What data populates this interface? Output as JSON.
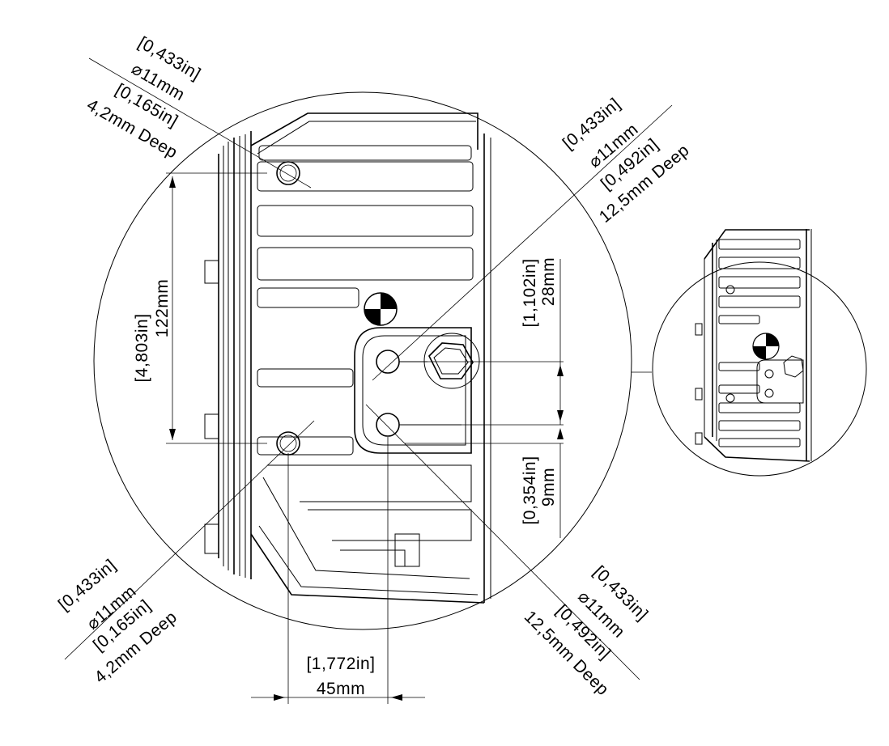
{
  "callouts": {
    "top_left": {
      "line1": "[0,433in]",
      "line2": "⌀11mm",
      "line3": "[0,165in]",
      "line4": "4,2mm Deep"
    },
    "top_right": {
      "line1": "[0,433in]",
      "line2": "⌀11mm",
      "line3": "[0,492in]",
      "line4": "12,5mm Deep"
    },
    "bottom_left": {
      "line1": "[0,433in]",
      "line2": "⌀11mm",
      "line3": "[0,165in]",
      "line4": "4,2mm Deep"
    },
    "bottom_right": {
      "line1": "[0,433in]",
      "line2": "⌀11mm",
      "line3": "[0,492in]",
      "line4": "12,5mm Deep"
    }
  },
  "dimensions": {
    "vertical_left": {
      "inch": "[4,803in]",
      "mm": "122mm"
    },
    "vertical_right_top": {
      "inch": "[1,102in]",
      "mm": "28mm"
    },
    "vertical_right_bottom": {
      "inch": "[0,354in]",
      "mm": "9mm"
    },
    "horizontal_bottom": {
      "inch": "[1,772in]",
      "mm": "45mm"
    }
  }
}
